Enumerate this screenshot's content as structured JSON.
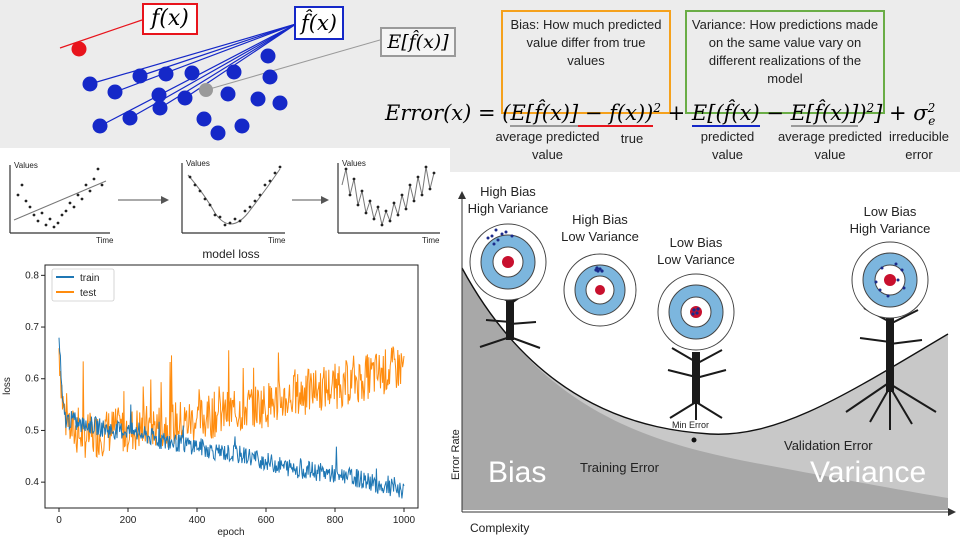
{
  "top": {
    "fx": "f(x)",
    "fhat": "f̂(x)",
    "efhat": "E[f̂(x)]",
    "bias_box": "Bias: How much predicted value differ from true values",
    "variance_box": "Variance: How predictions made on the same value vary on different realizations of the model",
    "equation": {
      "lhs": "Error(x) = (",
      "t1": "E[f̂(x)]",
      "t2": " − f(x))",
      "sq": "2",
      "plus": " + ",
      "t3": "E[(f̂(x)",
      "t4": " − ",
      "t5": "E[f̂(x)]",
      "t6": ")",
      "t7": "]",
      "t8": " + σ",
      "sub": "e",
      "sup": "2"
    },
    "labels": {
      "avg_pred": "average predicted value",
      "true": "true",
      "predicted": "predicted value",
      "avg_pred2": "average predicted value",
      "irreducible": "irreducible error"
    },
    "colors": {
      "red": "#e8141c",
      "blue": "#1528c8",
      "gray": "#9a9a9a",
      "orange": "#f5a11c",
      "green": "#6aad46"
    }
  },
  "fits": {
    "panels": [
      {
        "ylabel": "Values",
        "xlabel": "Time"
      },
      {
        "ylabel": "Values",
        "xlabel": "Time"
      },
      {
        "ylabel": "Values",
        "xlabel": "Time"
      }
    ]
  },
  "chart_data": {
    "type": "line",
    "title": "model loss",
    "xlabel": "epoch",
    "ylabel": "loss",
    "xlim": [
      0,
      1000
    ],
    "ylim": [
      0.35,
      0.82
    ],
    "xticks": [
      0,
      200,
      400,
      600,
      800,
      1000
    ],
    "yticks": [
      0.4,
      0.5,
      0.6,
      0.7,
      0.8
    ],
    "legend_position": "top-left",
    "series": [
      {
        "name": "train",
        "color": "#1f77b4",
        "x": [
          0,
          10,
          20,
          40,
          60,
          100,
          150,
          200,
          250,
          300,
          350,
          400,
          450,
          500,
          550,
          600,
          650,
          700,
          750,
          800,
          850,
          900,
          950,
          1000
        ],
        "values": [
          0.68,
          0.55,
          0.52,
          0.52,
          0.51,
          0.51,
          0.5,
          0.5,
          0.49,
          0.48,
          0.475,
          0.47,
          0.46,
          0.455,
          0.45,
          0.44,
          0.43,
          0.425,
          0.42,
          0.415,
          0.41,
          0.4,
          0.39,
          0.385
        ]
      },
      {
        "name": "test",
        "color": "#ff8c0e",
        "x": [
          0,
          10,
          20,
          40,
          60,
          100,
          150,
          200,
          250,
          300,
          350,
          400,
          450,
          500,
          550,
          600,
          650,
          700,
          750,
          800,
          850,
          900,
          950,
          1000
        ],
        "values": [
          0.66,
          0.56,
          0.52,
          0.5,
          0.49,
          0.49,
          0.5,
          0.5,
          0.505,
          0.51,
          0.515,
          0.52,
          0.53,
          0.535,
          0.545,
          0.55,
          0.56,
          0.57,
          0.58,
          0.585,
          0.595,
          0.605,
          0.615,
          0.625
        ]
      }
    ]
  },
  "tradeoff": {
    "ylabel": "Error Rate",
    "xlabel": "Complexity",
    "bias": "Bias",
    "variance": "Variance",
    "training_error": "Training Error",
    "validation_error": "Validation Error",
    "min_error": "Min Error",
    "targets": [
      {
        "title": "High Bias High Variance"
      },
      {
        "title": "High Bias Low Variance"
      },
      {
        "title": "Low Bias Low Variance"
      },
      {
        "title": "Low Bias High Variance"
      }
    ]
  }
}
